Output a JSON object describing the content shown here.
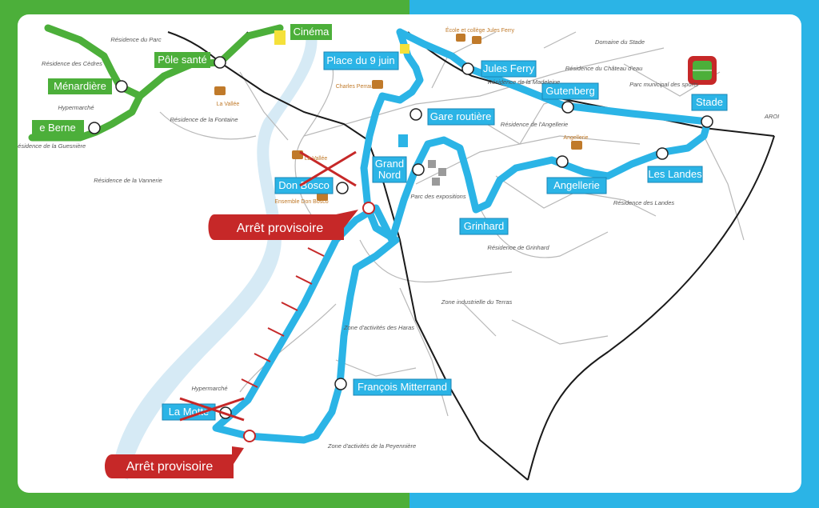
{
  "colors": {
    "green_route": "#4caf3a",
    "blue_route": "#2bb4e6",
    "river": "#d6eaf5",
    "road": "#1a1a1a",
    "street": "#b8b8b8",
    "provisoire": "#c62828",
    "poi": "#c07a2a"
  },
  "stops_blue": [
    {
      "id": "place-9-juin",
      "label": "Place du 9 juin"
    },
    {
      "id": "jules-ferry",
      "label": "Jules Ferry"
    },
    {
      "id": "gutenberg",
      "label": "Gutenberg"
    },
    {
      "id": "stade",
      "label": "Stade"
    },
    {
      "id": "gare-routiere",
      "label": "Gare routière"
    },
    {
      "id": "grand-nord",
      "label": "Grand Nord"
    },
    {
      "id": "don-bosco",
      "label": "Don Bosco"
    },
    {
      "id": "grinhard",
      "label": "Grinhard"
    },
    {
      "id": "angellerie",
      "label": "Angellerie"
    },
    {
      "id": "les-landes",
      "label": "Les Landes"
    },
    {
      "id": "francois-mitterrand",
      "label": "François Mitterrand"
    },
    {
      "id": "la-motte",
      "label": "La Motte"
    }
  ],
  "stops_green": [
    {
      "id": "pole-sante",
      "label": "Pôle santé"
    },
    {
      "id": "menardiere",
      "label": "Ménardière"
    },
    {
      "id": "berne",
      "label": "e Berne"
    },
    {
      "id": "cinema",
      "label": "Cinéma"
    }
  ],
  "provisoire": {
    "top_label": "Arrêt provisoire",
    "bottom_label": "Arrêt provisoire"
  },
  "places": {
    "residence_parc": "Résidence du Parc",
    "residence_cedres": "Résidence des Cèdres",
    "hypermarche_top": "Hypermarché",
    "residence_guesniere": "Résidence de la Guesnière",
    "residence_fontaine": "Résidence de la Fontaine",
    "residence_vannerie": "Résidence de la Vannerie",
    "residence_madeleine": "Résidence de la Madeleine",
    "residence_chateau_eau": "Résidence du Château d'eau",
    "domaine_stade": "Domaine du Stade",
    "parc_sports": "Parc municipal des sports",
    "residence_angellerie": "Résidence de l'Angellerie",
    "parc_expositions": "Parc des expositions",
    "residence_landes": "Résidence des Landes",
    "residence_grinhard": "Résidence de Grinhard",
    "zone_terras": "Zone industrielle du Terras",
    "zone_haras": "Zone d'activités des Haras",
    "hypermarche_bottom": "Hypermarché",
    "zone_peyenniere": "Zone d'activités de la Peyennière",
    "road_label": "AROI"
  },
  "pois": {
    "la_vallee_top": "La Vallée",
    "charles_perrault": "Charles Perrault",
    "ecole_jules_ferry": "École et collège Jules Ferry",
    "angellerie_poi": "Angellerie",
    "la_vallee_mid": "La Vallée",
    "ensemble_don_bosco": "Ensemble Don Bosco"
  }
}
